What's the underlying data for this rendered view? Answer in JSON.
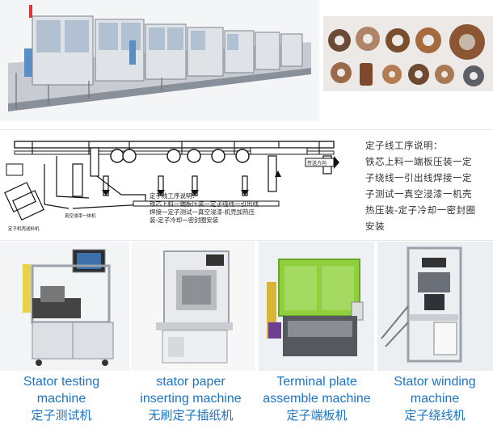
{
  "process_description": {
    "title": "定子线工序说明：",
    "lines": [
      "铁芯上料一端板压装一定",
      "子绕线一引出线焊接一定",
      "子测试一真空浸漆一机壳",
      "热压装-定子冷却一密封圈",
      "安装"
    ]
  },
  "diagram_notes": {
    "inner_title": "定子线工序说明：",
    "inner_lines": [
      "铁芯上料一端板压装一定子绕线一引出线",
      "焊接一定子测试一真空浸漆-机壳加热压",
      "装-定子冷却一密封圈安装"
    ],
    "right_arrow_label": "传送方向",
    "left_labels": [
      "定子机壳送料机",
      "真空浸漆一体机"
    ]
  },
  "machines": [
    {
      "en_line1": "Stator testing",
      "en_line2": "machine",
      "cn": "定子测试机"
    },
    {
      "en_line1": "stator paper",
      "en_line2": "inserting machine",
      "cn": "无刷定子插纸机"
    },
    {
      "en_line1": "Terminal plate",
      "en_line2": "assemble machine",
      "cn": "定子端板机"
    },
    {
      "en_line1": "Stator winding",
      "en_line2": "machine",
      "cn": "定子绕线机"
    }
  ]
}
